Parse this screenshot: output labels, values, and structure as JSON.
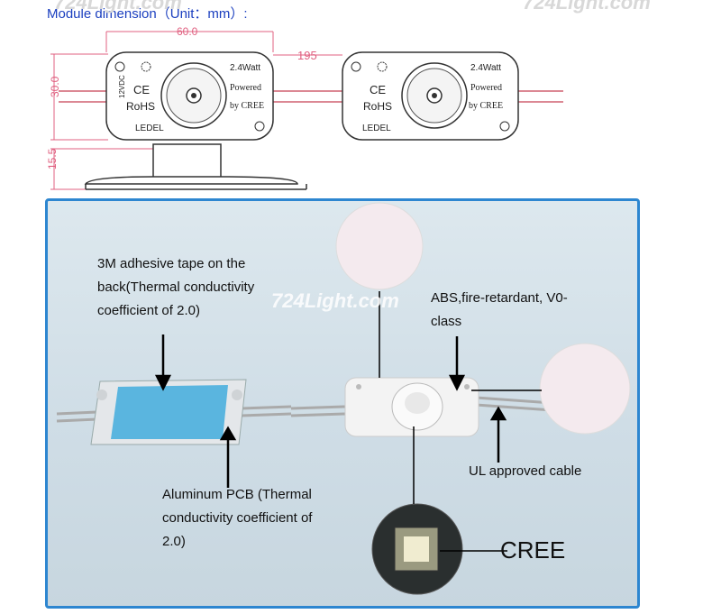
{
  "heading": "Module dimension（Unit：mm）:",
  "watermark": "724Light.com",
  "dimensions": {
    "length": "60.0",
    "width": "30.0",
    "spacing": "195",
    "height": "15.5"
  },
  "module_label": {
    "wattage": "2.4Watt",
    "powered": "Powered",
    "by_cree": "by CREE",
    "voltage": "12VDC",
    "ce": "CE",
    "rohs": "RoHS",
    "brand": "LEDEL"
  },
  "notes": {
    "tape": "3M adhesive tape on the back(Thermal conductivity coefficient of 2.0)",
    "abs": "ABS,fire-retardant, V0-class",
    "pcb": "Aluminum PCB (Thermal conductivity coefficient of 2.0)",
    "cable": "UL approved cable",
    "cree": "CREE"
  },
  "colors": {
    "heading": "#1b3fbf",
    "dimension_line": "#e06080",
    "panel_border": "#2d86d0",
    "tape": "#5ab5df"
  }
}
